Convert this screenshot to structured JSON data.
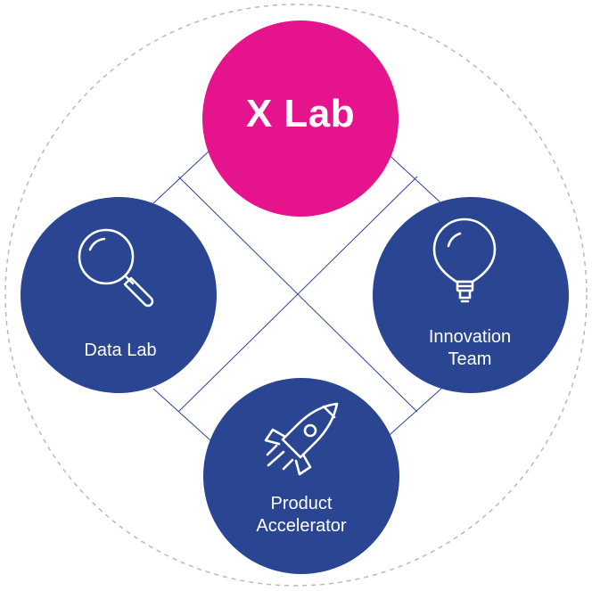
{
  "diagram": {
    "center": {
      "label": "X Lab",
      "color": "#e5138c",
      "icon": ""
    },
    "nodes": [
      {
        "id": "data-lab",
        "lines": [
          "Data Lab"
        ],
        "icon": "magnifier-icon",
        "color": "#2a4592"
      },
      {
        "id": "innovation-team",
        "lines": [
          "Innovation",
          "Team"
        ],
        "icon": "lightbulb-icon",
        "color": "#2a4592"
      },
      {
        "id": "product-accelerator",
        "lines": [
          "Product",
          "Accelerator"
        ],
        "icon": "rocket-icon",
        "color": "#2a4592"
      }
    ],
    "connector_color": "#2a4592",
    "outer_ring_color": "#b9b9b9"
  }
}
